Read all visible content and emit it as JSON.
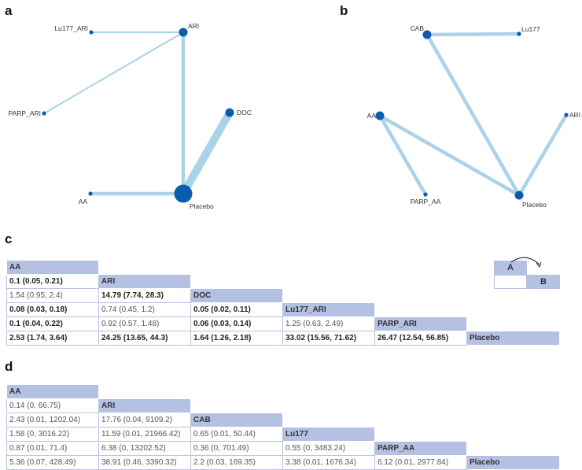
{
  "panels": {
    "a": "a",
    "b": "b",
    "c": "c",
    "d": "d"
  },
  "colors": {
    "edge": "#a9d3e7",
    "node": "#0b5cad",
    "header": "#b4c1e3",
    "cell_border": "#b9c2dc"
  },
  "network_a": {
    "nodes": [
      {
        "id": "ARI",
        "label": "ARI",
        "size": "medium"
      },
      {
        "id": "Lu177_ARI",
        "label": "Lu177_ARI",
        "size": "small"
      },
      {
        "id": "PARP_ARI",
        "label": "PARP_ARI",
        "size": "small"
      },
      {
        "id": "DOC",
        "label": "DOC",
        "size": "medium"
      },
      {
        "id": "AA",
        "label": "AA",
        "size": "small"
      },
      {
        "id": "Placebo",
        "label": "Placebo",
        "size": "large"
      }
    ],
    "edges": [
      {
        "from": "Lu177_ARI",
        "to": "ARI",
        "weight": "thin"
      },
      {
        "from": "PARP_ARI",
        "to": "ARI",
        "weight": "thin"
      },
      {
        "from": "ARI",
        "to": "Placebo",
        "weight": "medium"
      },
      {
        "from": "DOC",
        "to": "Placebo",
        "weight": "heavy"
      },
      {
        "from": "AA",
        "to": "Placebo",
        "weight": "medium"
      }
    ]
  },
  "network_b": {
    "nodes": [
      {
        "id": "CAB",
        "label": "CAB",
        "size": "medium"
      },
      {
        "id": "Lu177",
        "label": "Lu177",
        "size": "small"
      },
      {
        "id": "AA",
        "label": "AA",
        "size": "medium"
      },
      {
        "id": "ARI",
        "label": "ARI",
        "size": "small"
      },
      {
        "id": "PARP_AA",
        "label": "PARP_AA",
        "size": "small"
      },
      {
        "id": "Placebo",
        "label": "Placebo",
        "size": "medium"
      }
    ],
    "edges": [
      {
        "from": "CAB",
        "to": "Lu177",
        "weight": "medium"
      },
      {
        "from": "CAB",
        "to": "Placebo",
        "weight": "medium"
      },
      {
        "from": "AA",
        "to": "Placebo",
        "weight": "medium"
      },
      {
        "from": "AA",
        "to": "PARP_AA",
        "weight": "medium"
      },
      {
        "from": "ARI",
        "to": "Placebo",
        "weight": "medium"
      }
    ]
  },
  "legend": {
    "a": "A",
    "b": "B"
  },
  "table_c": {
    "treatments": [
      "AA",
      "ARI",
      "DOC",
      "Lu177_ARI",
      "PARP_ARI",
      "Placebo"
    ],
    "rows": [
      [],
      [
        {
          "v": "0.1 (0.05, 0.21)",
          "b": true
        }
      ],
      [
        {
          "v": "1.54 (0.95, 2.4)",
          "b": false
        },
        {
          "v": "14.79 (7.74, 28.3)",
          "b": true
        }
      ],
      [
        {
          "v": "0.08 (0.03, 0.18)",
          "b": true
        },
        {
          "v": "0.74 (0.45, 1.2)",
          "b": false
        },
        {
          "v": "0.05 (0.02, 0.11)",
          "b": true
        }
      ],
      [
        {
          "v": "0.1 (0.04, 0.22)",
          "b": true
        },
        {
          "v": "0.92 (0.57, 1.48)",
          "b": false
        },
        {
          "v": "0.06 (0.03, 0.14)",
          "b": true
        },
        {
          "v": "1.25 (0.63, 2.49)",
          "b": false
        }
      ],
      [
        {
          "v": "2.53 (1.74, 3.64)",
          "b": true
        },
        {
          "v": "24.25 (13.65, 44.3)",
          "b": true
        },
        {
          "v": "1.64 (1.26, 2.18)",
          "b": true
        },
        {
          "v": "33.02 (15.56, 71.62)",
          "b": true
        },
        {
          "v": "26.47 (12.54, 56.85)",
          "b": true
        }
      ]
    ]
  },
  "table_d": {
    "treatments": [
      "AA",
      "ARI",
      "CAB",
      "Lu177",
      "PARP_AA",
      "Placebo"
    ],
    "rows": [
      [],
      [
        {
          "v": "0.14 (0, 66.75)",
          "b": false
        }
      ],
      [
        {
          "v": "2.43 (0.01, 1202.04)",
          "b": false
        },
        {
          "v": "17.76 (0.04, 9109.2)",
          "b": false
        }
      ],
      [
        {
          "v": "1.58 (0, 3016.22)",
          "b": false
        },
        {
          "v": "11.59 (0.01, 21966.42)",
          "b": false
        },
        {
          "v": "0.65 (0.01, 50.44)",
          "b": false
        }
      ],
      [
        {
          "v": "0.87 (0.01, 71.4)",
          "b": false
        },
        {
          "v": "6.38 (0, 13202.52)",
          "b": false
        },
        {
          "v": "0.36 (0, 701.49)",
          "b": false
        },
        {
          "v": "0.55 (0, 3483.24)",
          "b": false
        }
      ],
      [
        {
          "v": "5.36 (0.07, 428.49)",
          "b": false
        },
        {
          "v": "38.91 (0.46, 3390.32)",
          "b": false
        },
        {
          "v": "2.2 (0.03, 169.35)",
          "b": false
        },
        {
          "v": "3.38 (0.01, 1676.34)",
          "b": false
        },
        {
          "v": "6.12 (0.01, 2977.84)",
          "b": false
        }
      ]
    ]
  }
}
